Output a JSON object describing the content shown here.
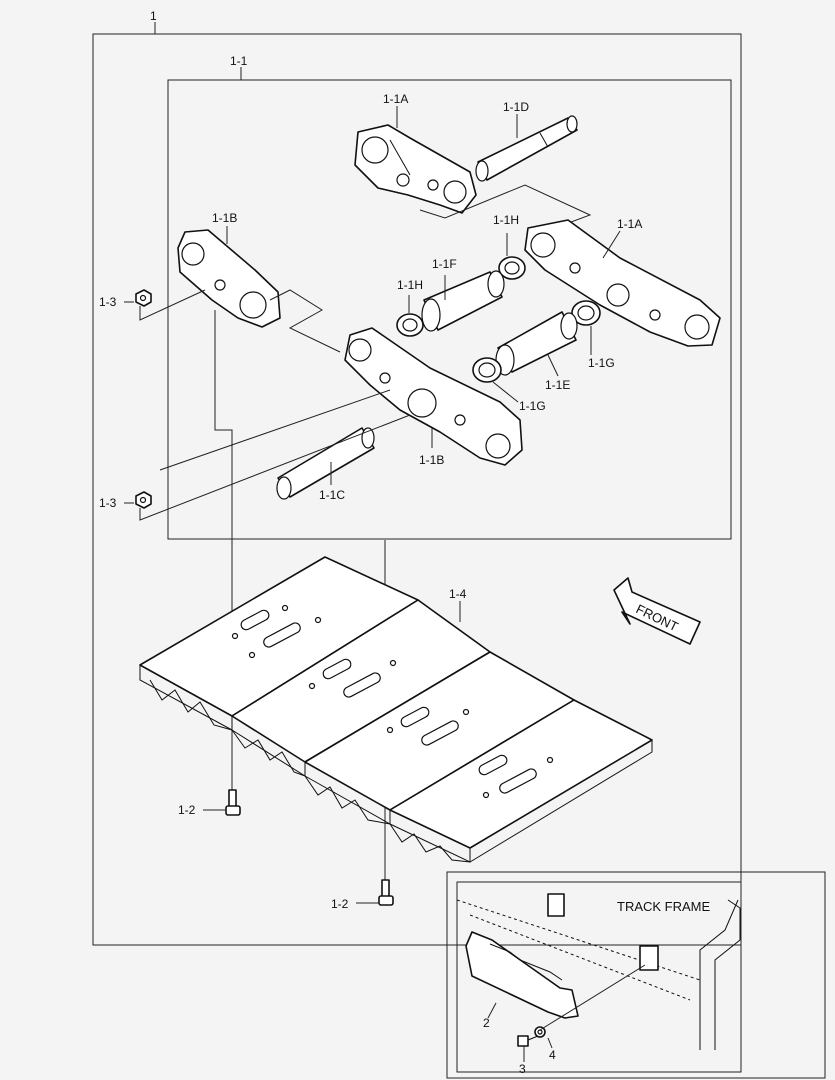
{
  "labels": {
    "assembly": "1",
    "sub_assembly": "1-1",
    "link_a_top": "1-1A",
    "pin_d": "1-1D",
    "link_b_left": "1-1B",
    "bushing_h_top": "1-1H",
    "link_a_right": "1-1A",
    "bushing_f": "1-1F",
    "bushing_h_mid": "1-1H",
    "nut_left_top": "1-3",
    "seal_g_right": "1-1G",
    "bushing_e": "1-1E",
    "seal_g_mid": "1-1G",
    "link_b_center": "1-1B",
    "pin_c": "1-1C",
    "nut_left_bottom": "1-3",
    "shoe": "1-4",
    "bolt_left": "1-2",
    "bolt_bottom": "1-2",
    "guard": "2",
    "bolt_guard": "3",
    "washer_guard": "4"
  },
  "front_arrow": "FRONT",
  "inset_title": "TRACK FRAME"
}
